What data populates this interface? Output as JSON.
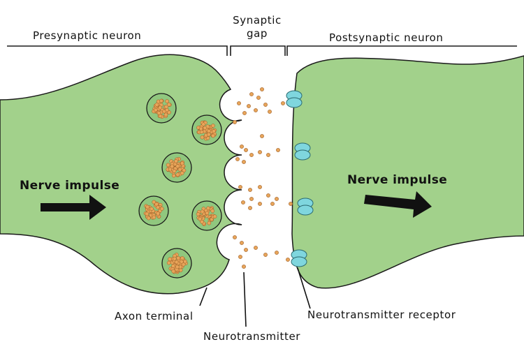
{
  "headers": {
    "presynaptic": "Presynaptic neuron",
    "gap_line1": "Synaptic",
    "gap_line2": "gap",
    "postsynaptic": "Postsynaptic neuron"
  },
  "impulse_left": "Nerve impulse",
  "impulse_right": "Nerve impulse",
  "annotations": {
    "axon_terminal": "Axon terminal",
    "neurotransmitter": "Neurotransmitter",
    "receptor": "Neurotransmitter receptor"
  },
  "colors": {
    "neuron_fill": "#a2d18b",
    "vesicle_fill": "#90c77e",
    "neurotransmitter": "#e8a55a",
    "receptor": "#7fd6de",
    "outline": "#1a1a1a"
  }
}
